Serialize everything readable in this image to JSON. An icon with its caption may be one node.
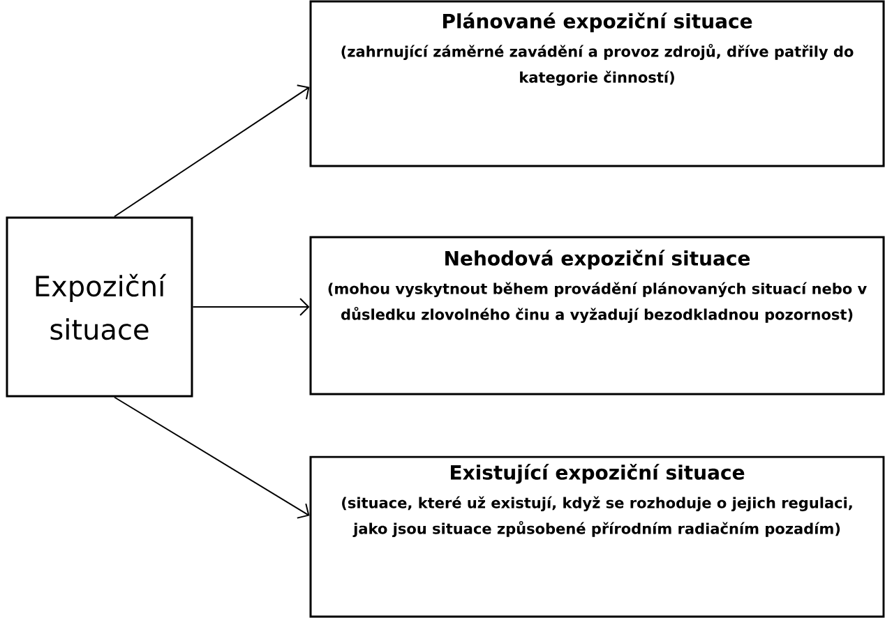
{
  "diagram": {
    "nodes": [
      {
        "text": [
          "Expoziční situace"
        ]
      },
      {
        "text": [
          "Plánované expoziční situace",
          "(zahrnující záměrné zavádění a provoz zdrojů, dříve patřily do kategorie činností)"
        ]
      },
      {
        "text": [
          "Nehodová expoziční situace",
          "(mohou vyskytnout během provádění plánovaných situací nebo v důsledku zlovolného činu a vyžadují bezodkladnou pozornost)"
        ]
      },
      {
        "text": [
          "Existující expoziční situace",
          "(situace, které už existují, když se rozhoduje o jejich regulaci, jako jsou situace způsobené přírodním radiačním pozadím)"
        ]
      }
    ],
    "edges": [
      {
        "from": 0,
        "to": 1,
        "arrow": "to"
      },
      {
        "from": 0,
        "to": 2,
        "arrow": "to"
      },
      {
        "from": 0,
        "to": 3,
        "arrow": "to"
      }
    ]
  }
}
